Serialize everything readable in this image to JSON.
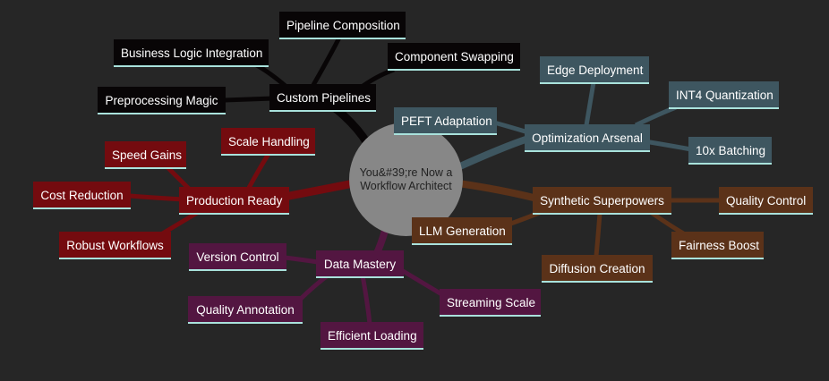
{
  "center": {
    "line1": "You&#39;re Now a",
    "line2": "Workflow Architect"
  },
  "colors": {
    "background": "#262626",
    "center": "#878787",
    "black_branch": "#080506",
    "slate_branch": "#3e5660",
    "brown_branch": "#5b3219",
    "red_branch": "#740b0f",
    "plum_branch": "#531641",
    "underline": "#a9e2dc"
  },
  "branches": {
    "custom": {
      "label": "Custom Pipelines",
      "children": [
        "Pipeline Composition",
        "Business Logic Integration",
        "Component Swapping",
        "Preprocessing Magic"
      ]
    },
    "optimization": {
      "label": "Optimization Arsenal",
      "children": [
        "Edge Deployment",
        "INT4 Quantization",
        "PEFT Adaptation",
        "10x Batching"
      ]
    },
    "synthetic": {
      "label": "Synthetic Superpowers",
      "children": [
        "Quality Control",
        "LLM Generation",
        "Fairness Boost",
        "Diffusion Creation"
      ]
    },
    "production": {
      "label": "Production Ready",
      "children": [
        "Scale Handling",
        "Speed Gains",
        "Cost Reduction",
        "Robust Workflows"
      ]
    },
    "data": {
      "label": "Data Mastery",
      "children": [
        "Version Control",
        "Quality Annotation",
        "Efficient Loading",
        "Streaming Scale"
      ]
    }
  }
}
